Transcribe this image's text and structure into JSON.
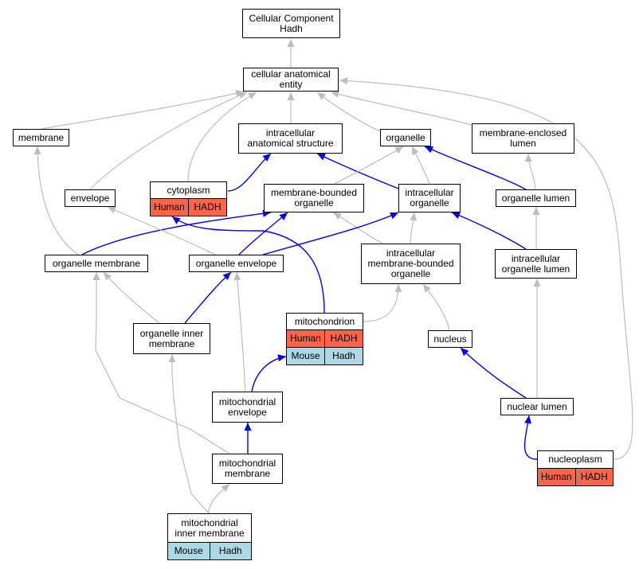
{
  "colors": {
    "human": "#fa6449",
    "mouse": "#add8e6",
    "edge_gray": "#bdbdbd",
    "edge_blue": "#0000ff"
  },
  "nodes": {
    "cc_hadh": {
      "lines": [
        "Cellular Component",
        "Hadh"
      ]
    },
    "cae": {
      "lines": [
        "cellular anatomical",
        "entity"
      ]
    },
    "membrane": {
      "lines": [
        "membrane"
      ]
    },
    "ias": {
      "lines": [
        "intracellular",
        "anatomical structure"
      ]
    },
    "organelle": {
      "lines": [
        "organelle"
      ]
    },
    "mel": {
      "lines": [
        "membrane-enclosed",
        "lumen"
      ]
    },
    "envelope": {
      "lines": [
        "envelope"
      ]
    },
    "cytoplasm": {
      "lines": [
        "cytoplasm"
      ],
      "rows": [
        [
          {
            "text": "Human",
            "org": "human"
          },
          {
            "text": "HADH",
            "org": "human"
          }
        ]
      ]
    },
    "mbo": {
      "lines": [
        "membrane-bounded",
        "organelle"
      ]
    },
    "io": {
      "lines": [
        "intracellular",
        "organelle"
      ]
    },
    "ol": {
      "lines": [
        "organelle lumen"
      ]
    },
    "om": {
      "lines": [
        "organelle membrane"
      ]
    },
    "oe": {
      "lines": [
        "organelle envelope"
      ]
    },
    "imbo": {
      "lines": [
        "intracellular",
        "membrane-bounded",
        "organelle"
      ]
    },
    "iol": {
      "lines": [
        "intracellular",
        "organelle lumen"
      ]
    },
    "oim": {
      "lines": [
        "organelle inner",
        "membrane"
      ]
    },
    "mito": {
      "lines": [
        "mitochondrion"
      ],
      "rows": [
        [
          {
            "text": "Human",
            "org": "human"
          },
          {
            "text": "HADH",
            "org": "human"
          }
        ],
        [
          {
            "text": "Mouse",
            "org": "mouse"
          },
          {
            "text": "Hadh",
            "org": "mouse"
          }
        ]
      ]
    },
    "nucleus": {
      "lines": [
        "nucleus"
      ]
    },
    "me": {
      "lines": [
        "mitochondrial",
        "envelope"
      ]
    },
    "nl": {
      "lines": [
        "nuclear lumen"
      ]
    },
    "mm": {
      "lines": [
        "mitochondrial",
        "membrane"
      ]
    },
    "np": {
      "lines": [
        "nucleoplasm"
      ],
      "rows": [
        [
          {
            "text": "Human",
            "org": "human"
          },
          {
            "text": "HADH",
            "org": "human"
          }
        ]
      ]
    },
    "mim": {
      "lines": [
        "mitochondrial",
        "inner membrane"
      ],
      "rows": [
        [
          {
            "text": "Mouse",
            "org": "mouse"
          },
          {
            "text": "Hadh",
            "org": "mouse"
          }
        ]
      ]
    }
  },
  "edges": [
    {
      "from": "cae",
      "to": "cc_hadh",
      "color": "gray"
    },
    {
      "from": "membrane",
      "to": "cae",
      "color": "gray"
    },
    {
      "from": "ias",
      "to": "cae",
      "color": "gray"
    },
    {
      "from": "organelle",
      "to": "cae",
      "color": "gray"
    },
    {
      "from": "mel",
      "to": "cae",
      "color": "gray"
    },
    {
      "from": "envelope",
      "to": "cae",
      "color": "gray"
    },
    {
      "from": "cytoplasm",
      "to": "cae",
      "color": "gray"
    },
    {
      "from": "np",
      "to": "cae",
      "color": "gray"
    },
    {
      "from": "cytoplasm",
      "to": "ias",
      "color": "blue"
    },
    {
      "from": "io",
      "to": "ias",
      "color": "blue"
    },
    {
      "from": "ol",
      "to": "organelle",
      "color": "blue"
    },
    {
      "from": "mbo",
      "to": "organelle",
      "color": "gray"
    },
    {
      "from": "io",
      "to": "organelle",
      "color": "gray"
    },
    {
      "from": "ol",
      "to": "mel",
      "color": "gray"
    },
    {
      "from": "imbo",
      "to": "mbo",
      "color": "gray"
    },
    {
      "from": "imbo",
      "to": "io",
      "color": "gray"
    },
    {
      "from": "iol",
      "to": "io",
      "color": "blue"
    },
    {
      "from": "iol",
      "to": "ol",
      "color": "gray"
    },
    {
      "from": "om",
      "to": "membrane",
      "color": "gray"
    },
    {
      "from": "om",
      "to": "mbo",
      "color": "blue"
    },
    {
      "from": "oe",
      "to": "mbo",
      "color": "blue"
    },
    {
      "from": "oe",
      "to": "io",
      "color": "blue"
    },
    {
      "from": "oe",
      "to": "envelope",
      "color": "gray"
    },
    {
      "from": "mito",
      "to": "cytoplasm",
      "color": "blue"
    },
    {
      "from": "mito",
      "to": "imbo",
      "color": "gray"
    },
    {
      "from": "nucleus",
      "to": "imbo",
      "color": "gray"
    },
    {
      "from": "oim",
      "to": "om",
      "color": "gray"
    },
    {
      "from": "oim",
      "to": "oe",
      "color": "blue"
    },
    {
      "from": "me",
      "to": "mito",
      "color": "blue"
    },
    {
      "from": "me",
      "to": "oe",
      "color": "gray"
    },
    {
      "from": "nl",
      "to": "nucleus",
      "color": "blue"
    },
    {
      "from": "nl",
      "to": "iol",
      "color": "gray"
    },
    {
      "from": "mm",
      "to": "om",
      "color": "gray"
    },
    {
      "from": "mm",
      "to": "me",
      "color": "blue"
    },
    {
      "from": "np",
      "to": "nl",
      "color": "blue"
    },
    {
      "from": "mim",
      "to": "oim",
      "color": "gray"
    },
    {
      "from": "mim",
      "to": "mm",
      "color": "gray"
    }
  ]
}
